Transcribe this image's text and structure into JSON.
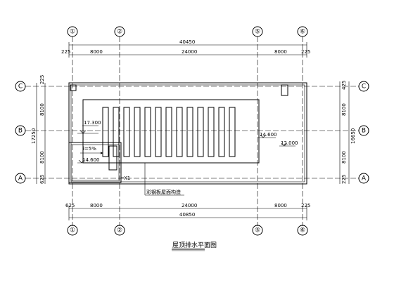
{
  "title": "屋顶排水平面图",
  "axes": {
    "columns": [
      "①",
      "②",
      "⑤",
      "⑥"
    ],
    "rows": [
      "C",
      "B",
      "A"
    ]
  },
  "dimensions": {
    "top_total": "40450",
    "top_left_small": "225",
    "top_right_small": "225",
    "top_span1": "8000",
    "top_span2": "24000",
    "top_span3": "8000",
    "bottom_total": "40850",
    "bottom_left_small": "625",
    "bottom_right_small": "225",
    "bottom_span1": "8000",
    "bottom_span2": "24000",
    "bottom_span3": "8000",
    "left_total": "17250",
    "left_span1": "8100",
    "left_span2": "8100",
    "left_top_small": "225",
    "left_bottom_small": "625",
    "right_total": "16650",
    "right_span1": "8100",
    "right_span2": "8100",
    "right_top_small": "425",
    "right_bottom_small": "225"
  },
  "annotations": {
    "elev1": "17.300",
    "elev2": "14.600",
    "elev3": "14.600",
    "elev4": "12.000",
    "slope": "i=5%",
    "x1": "X1",
    "note": "彩钢板屋面构造"
  },
  "skylight": {
    "count": 13
  }
}
